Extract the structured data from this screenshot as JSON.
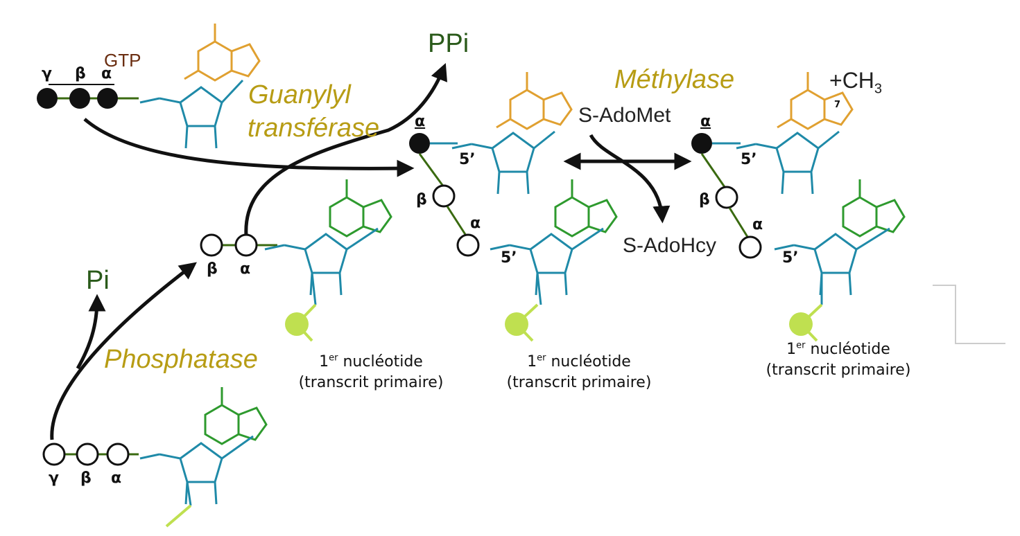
{
  "enzymes": {
    "guanylyl_line1": "Guanylyl",
    "guanylyl_line2": "transférase",
    "methylase": "Méthylase",
    "phosphatase": "Phosphatase"
  },
  "molecules": {
    "gtp": "GTP",
    "ppi": "PPi",
    "pi": "Pi",
    "adomet": "S-AdoMet",
    "adohcy": "S-AdoHcy",
    "methyl": "+CH",
    "methyl_sub": "3",
    "n7": "7"
  },
  "phosphates": {
    "gamma": "γ",
    "beta": "β",
    "alpha": "α"
  },
  "prime": "5’",
  "caption": {
    "one": "1",
    "sup": "er",
    "word": " nucléotide",
    "line2": "(transcrit primaire)"
  },
  "colors": {
    "guanine": "#e0a030",
    "adenine": "#2e9a2e",
    "ribose": "#1f8aa8",
    "chain": "#3a6a10",
    "rna_bead": "#bfe050",
    "enzyme_text": "#b79c14",
    "arrow": "#111111"
  }
}
